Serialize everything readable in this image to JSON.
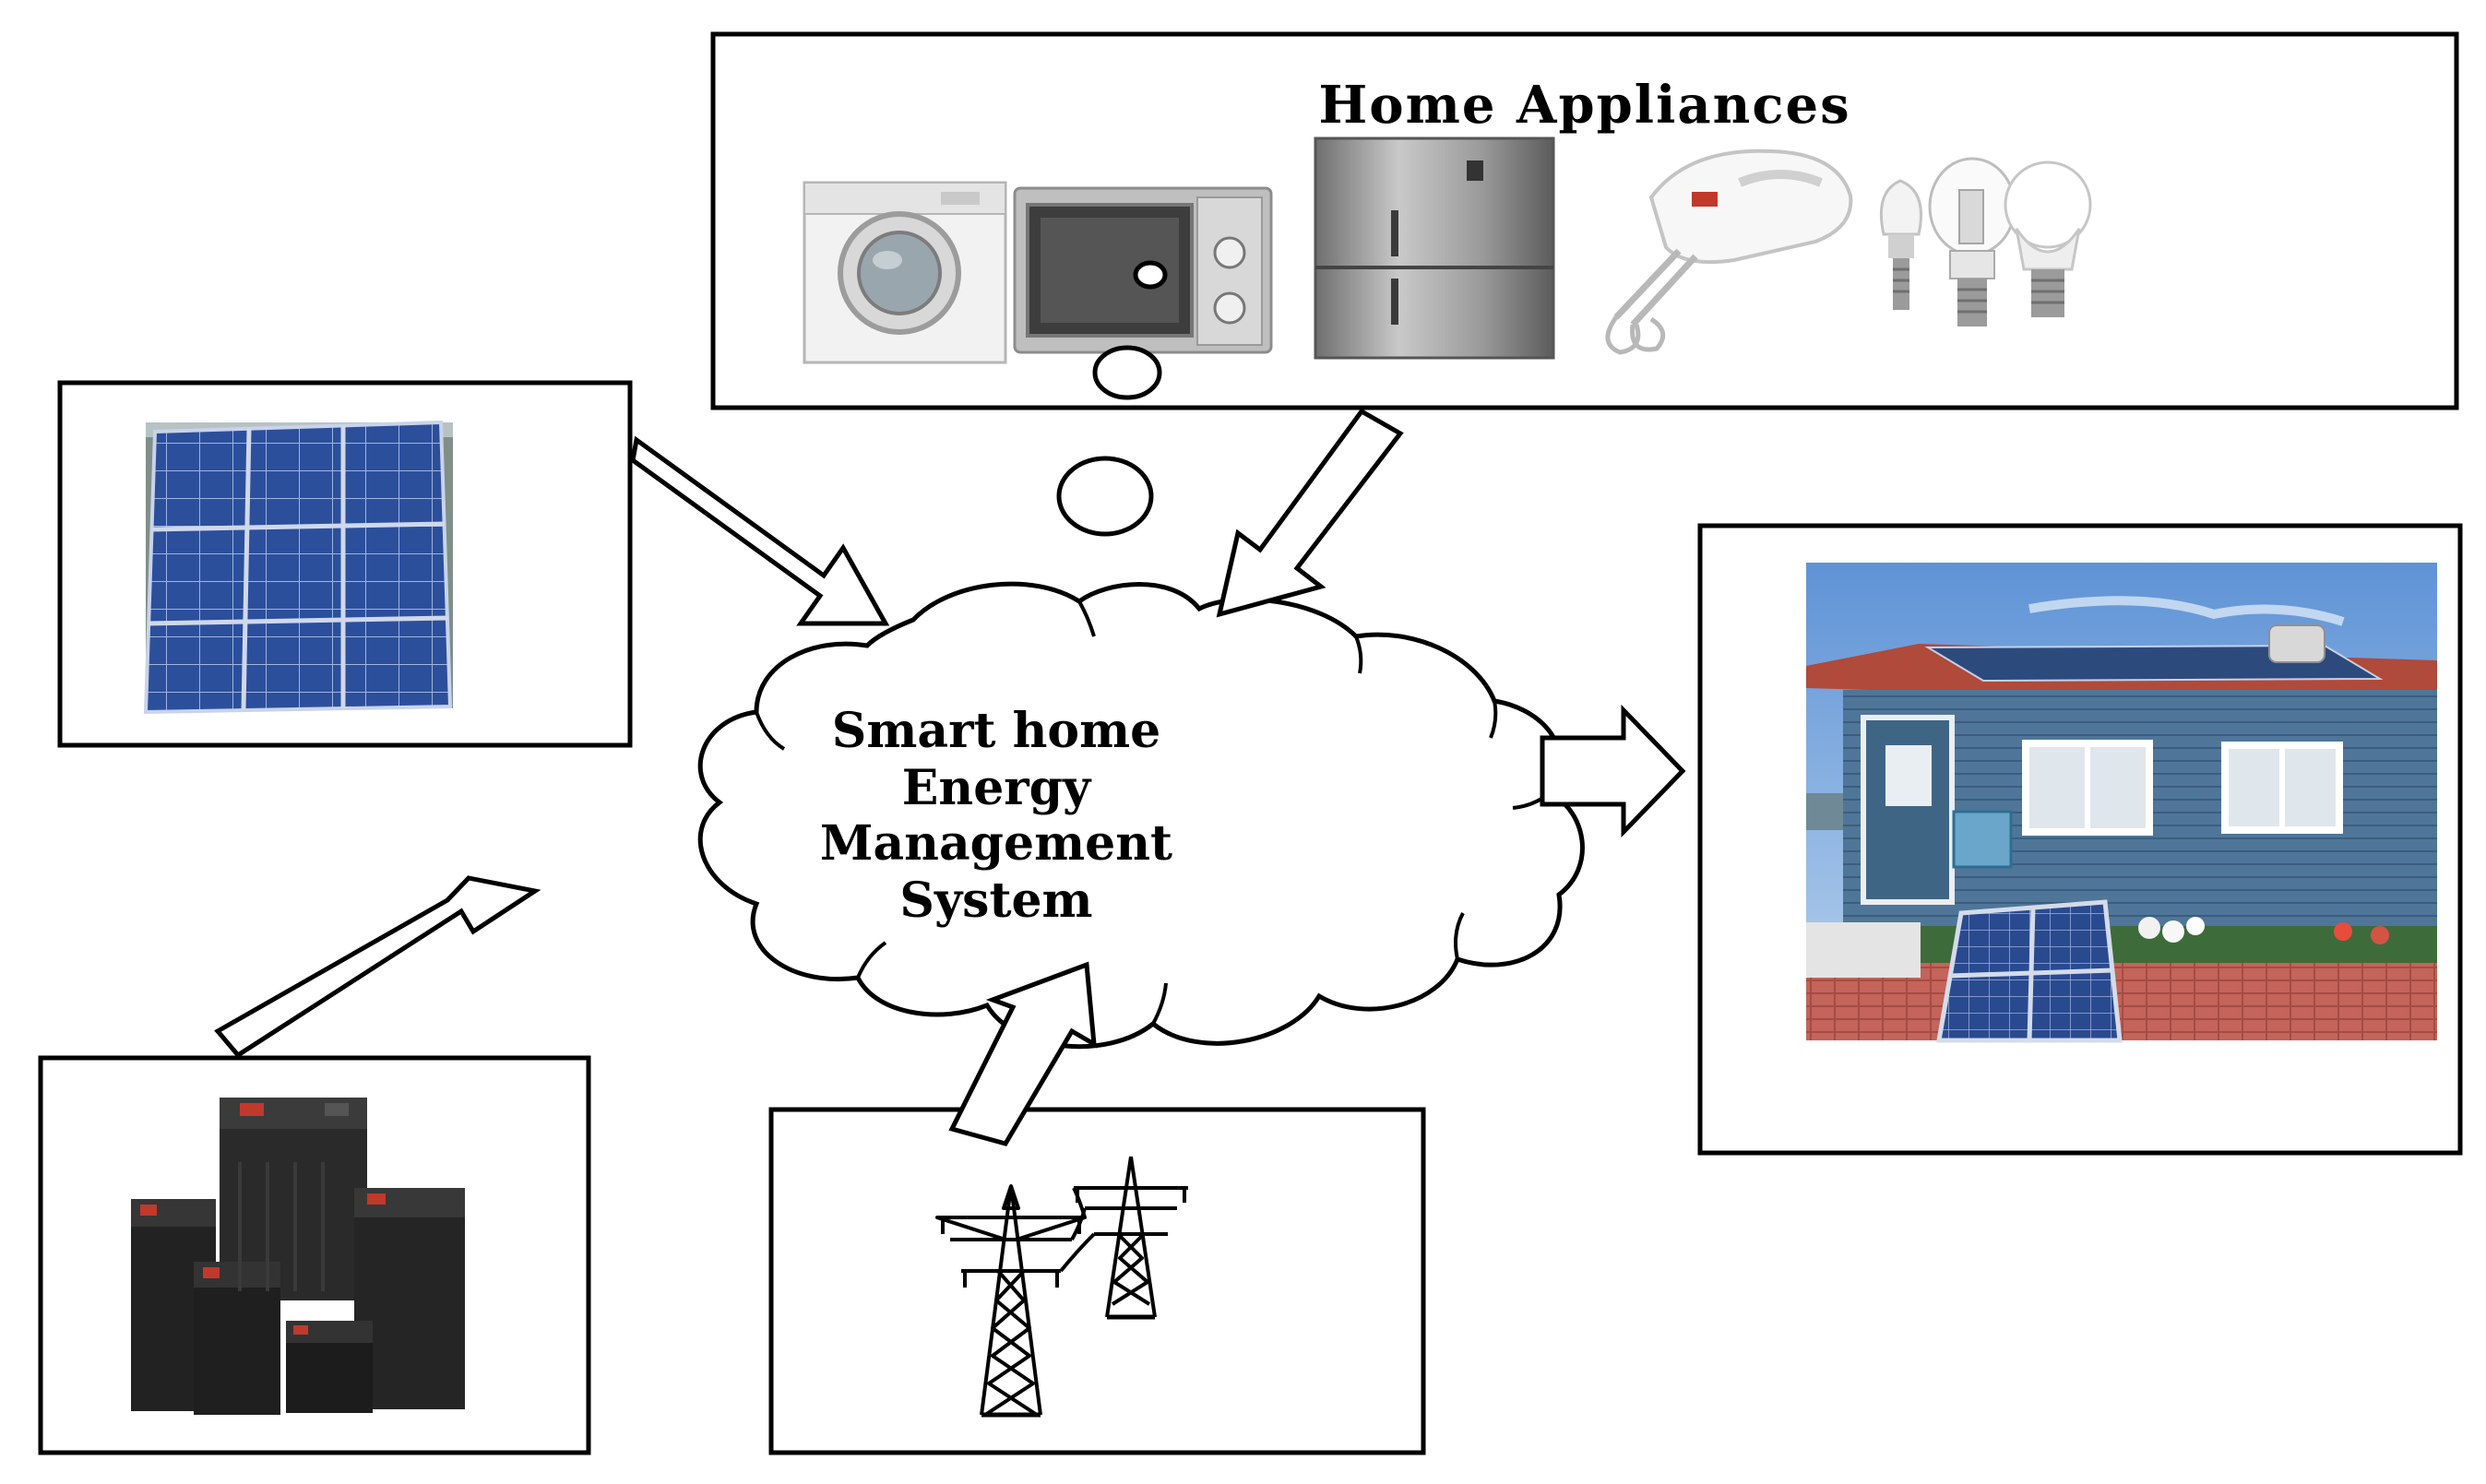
{
  "diagram": {
    "appliances_title": "Home Appliances",
    "center_lines": [
      "Smart home",
      "Energy",
      "Management",
      "System"
    ]
  },
  "colors": {
    "stroke": "#000000",
    "solar_blue": "#2b4f9e",
    "house_wall": "#4d7396",
    "roof_red": "#b54a3c",
    "sky": "#6f9fd8",
    "battery_black": "#1e1e1e",
    "steel": "#a8a8a8"
  },
  "icons": [
    "solar-panel-icon",
    "washing-machine-icon",
    "microwave-icon",
    "refrigerator-icon",
    "hand-mixer-icon",
    "light-bulb-icon",
    "battery-icon",
    "transmission-tower-icon",
    "house-icon"
  ]
}
